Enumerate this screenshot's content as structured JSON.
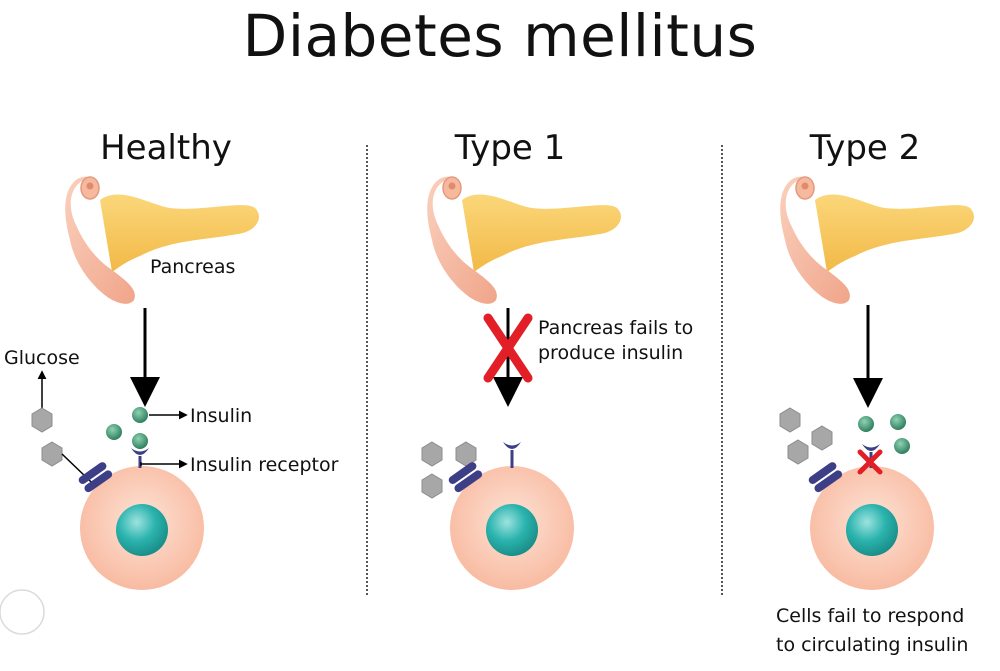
{
  "title": "Diabetes mellitus",
  "panels": {
    "healthy": {
      "heading": "Healthy",
      "pancreas_label": "Pancreas",
      "glucose_label": "Glucose",
      "insulin_label": "Insulin",
      "receptor_label": "Insulin receptor"
    },
    "type1": {
      "heading": "Type 1",
      "note_line1": "Pancreas fails to",
      "note_line2": "produce insulin"
    },
    "type2": {
      "heading": "Type 2",
      "note_line1": "Cells fail to respond",
      "note_line2": "to circulating insulin"
    }
  },
  "colors": {
    "pancreas_body": "#f7c85a",
    "pancreas_head": "#f6b99e",
    "cell": "#f9c4ae",
    "nucleus": "#2bb3ae",
    "insulin": "#3f9a74",
    "receptor": "#3c3f86",
    "glucose": "#a7a7a7",
    "blocked": "#e21f26"
  }
}
